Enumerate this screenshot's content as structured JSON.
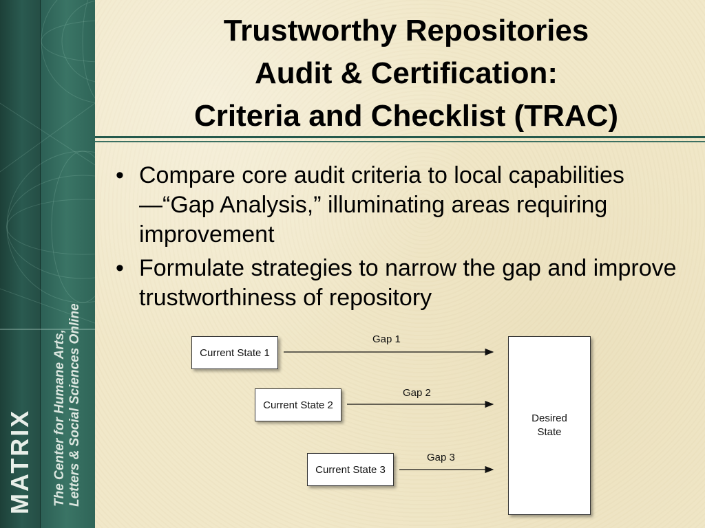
{
  "slide": {
    "title_lines": [
      "Trustworthy Repositories",
      "Audit & Certification:",
      "Criteria and Checklist (TRAC)"
    ],
    "bullets": [
      "Compare core audit criteria to local capabilities—“Gap Analysis,” illuminating areas requiring improvement",
      "Formulate strategies to narrow the gap and improve trustworthiness of repository"
    ],
    "bullet_glyph": "•"
  },
  "sidebar": {
    "brand": "MATRIX",
    "tagline_lines": [
      "The Center for Humane Arts,",
      "Letters & Social Sciences Online"
    ]
  },
  "diagram": {
    "current_states": [
      "Current State 1",
      "Current State 2",
      "Current State 3"
    ],
    "gaps": [
      "Gap 1",
      "Gap 2",
      "Gap 3"
    ],
    "desired_state": "Desired\nState"
  },
  "colors": {
    "background": "#f1e8c9",
    "sidebar": "#2d6156",
    "rule": "#255a4c"
  }
}
